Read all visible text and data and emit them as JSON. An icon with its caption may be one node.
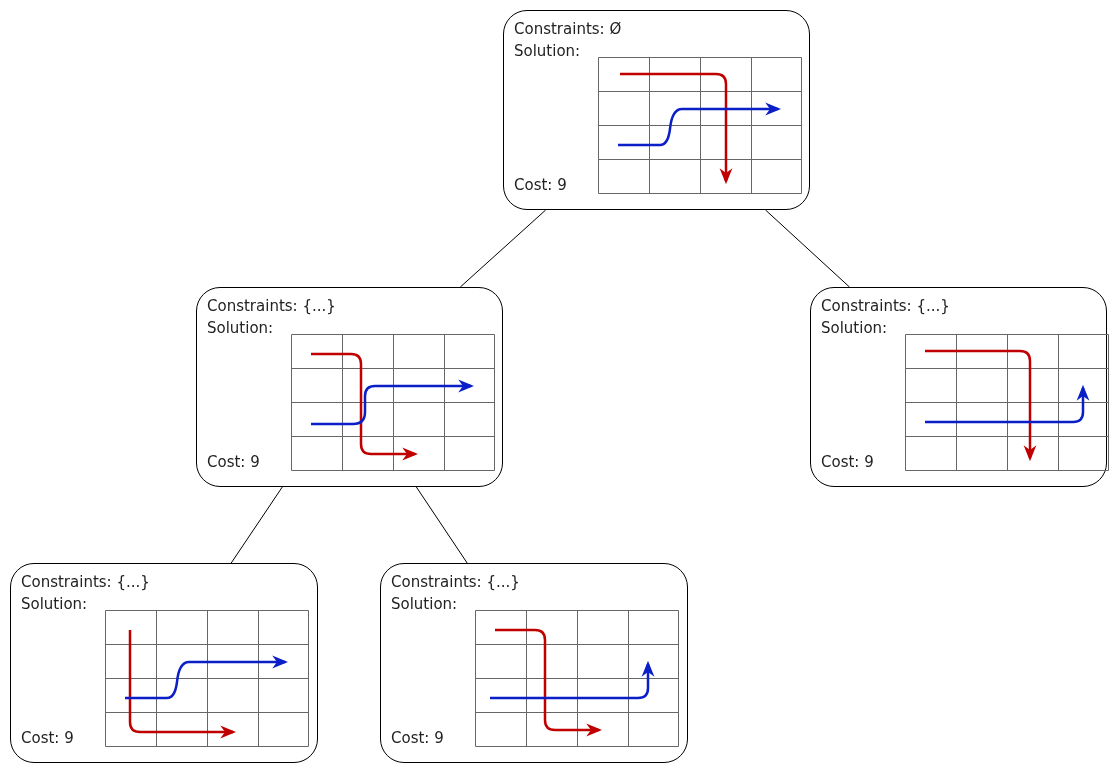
{
  "diagram": {
    "nodes": [
      {
        "text": [
          "Constraints: Ø",
          "Solution:",
          "Cost: 9"
        ]
      },
      {
        "text": [
          "Constraints: {...}",
          "Solution:",
          "Cost: 9"
        ]
      },
      {
        "text": [
          "Constraints: {...}",
          "Solution:",
          "Cost: 9"
        ]
      },
      {
        "text": [
          "Constraints: {...}",
          "Solution:",
          "Cost: 9"
        ]
      },
      {
        "text": [
          "Constraints: {...}",
          "Solution:",
          "Cost: 9"
        ]
      }
    ],
    "edges": [
      {
        "from": 0,
        "to": 1,
        "arrow": "none"
      },
      {
        "from": 0,
        "to": 2,
        "arrow": "none"
      },
      {
        "from": 1,
        "to": 3,
        "arrow": "none"
      },
      {
        "from": 1,
        "to": 4,
        "arrow": "none"
      }
    ]
  }
}
